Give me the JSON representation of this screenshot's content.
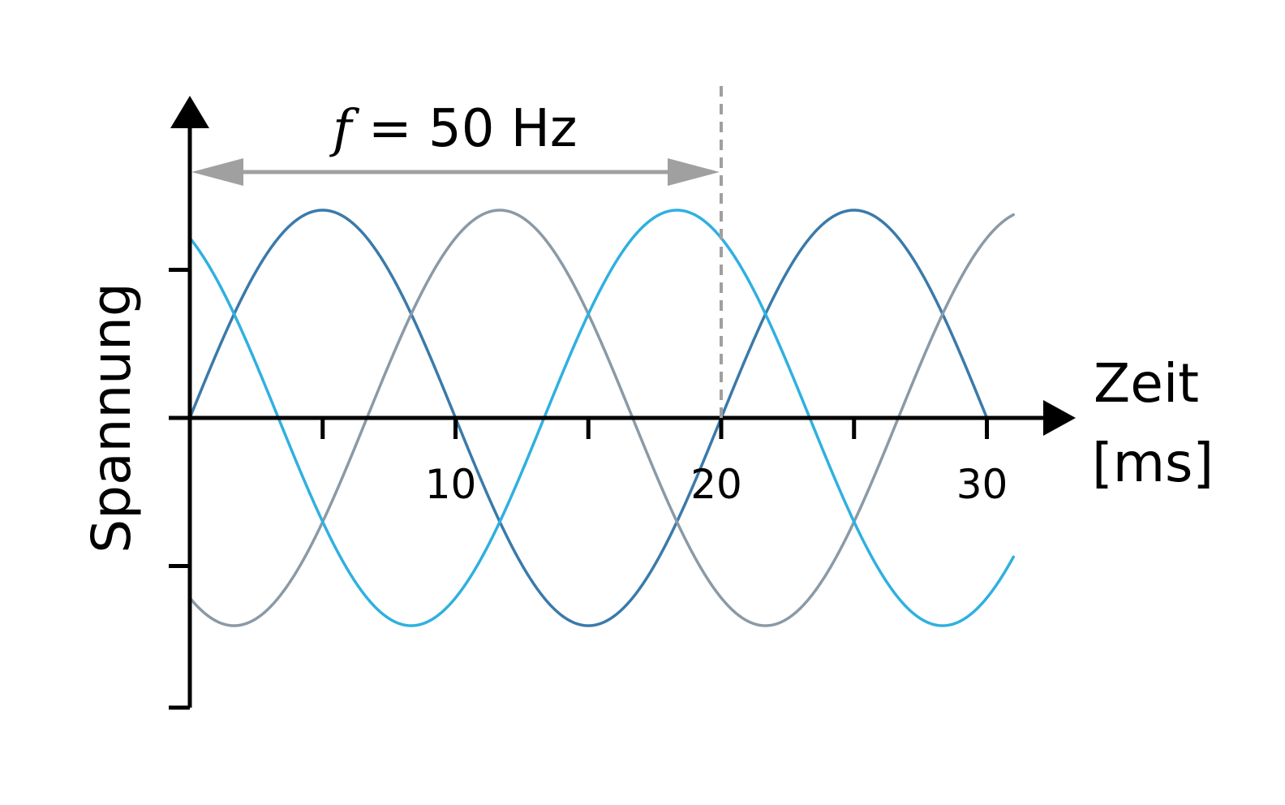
{
  "chart_data": {
    "type": "line",
    "ylabel": "Spannung",
    "xlabel_line1": "Zeit",
    "xlabel_line2": "[ms]",
    "x_ticks": [
      0,
      5,
      10,
      15,
      20,
      25,
      30
    ],
    "x_tick_labels": [
      {
        "value": 10,
        "label": "10"
      },
      {
        "value": 20,
        "label": "20"
      },
      {
        "value": 30,
        "label": "30"
      }
    ],
    "xlim": [
      0,
      31
    ],
    "ylim": [
      -1.0,
      1.0
    ],
    "frequency_hz": 50,
    "series": [
      {
        "amplitude": 1,
        "phase_deg": 0,
        "x_range": [
          0,
          30
        ],
        "color": "#3a7aaa"
      },
      {
        "amplitude": 1,
        "phase_deg": -120,
        "x_range": [
          0,
          31
        ],
        "color": "#8a9aa6"
      },
      {
        "amplitude": 1,
        "phase_deg": 120,
        "x_range": [
          0,
          31
        ],
        "color": "#2fb0e0"
      }
    ],
    "annotation": {
      "italic": "f",
      "text": " = 50 Hz",
      "from_x": 0,
      "to_x": 20,
      "arrow_color": "#a0a0a0"
    },
    "period_marker_x": 20,
    "period_marker_color": "#a0a0a0"
  }
}
